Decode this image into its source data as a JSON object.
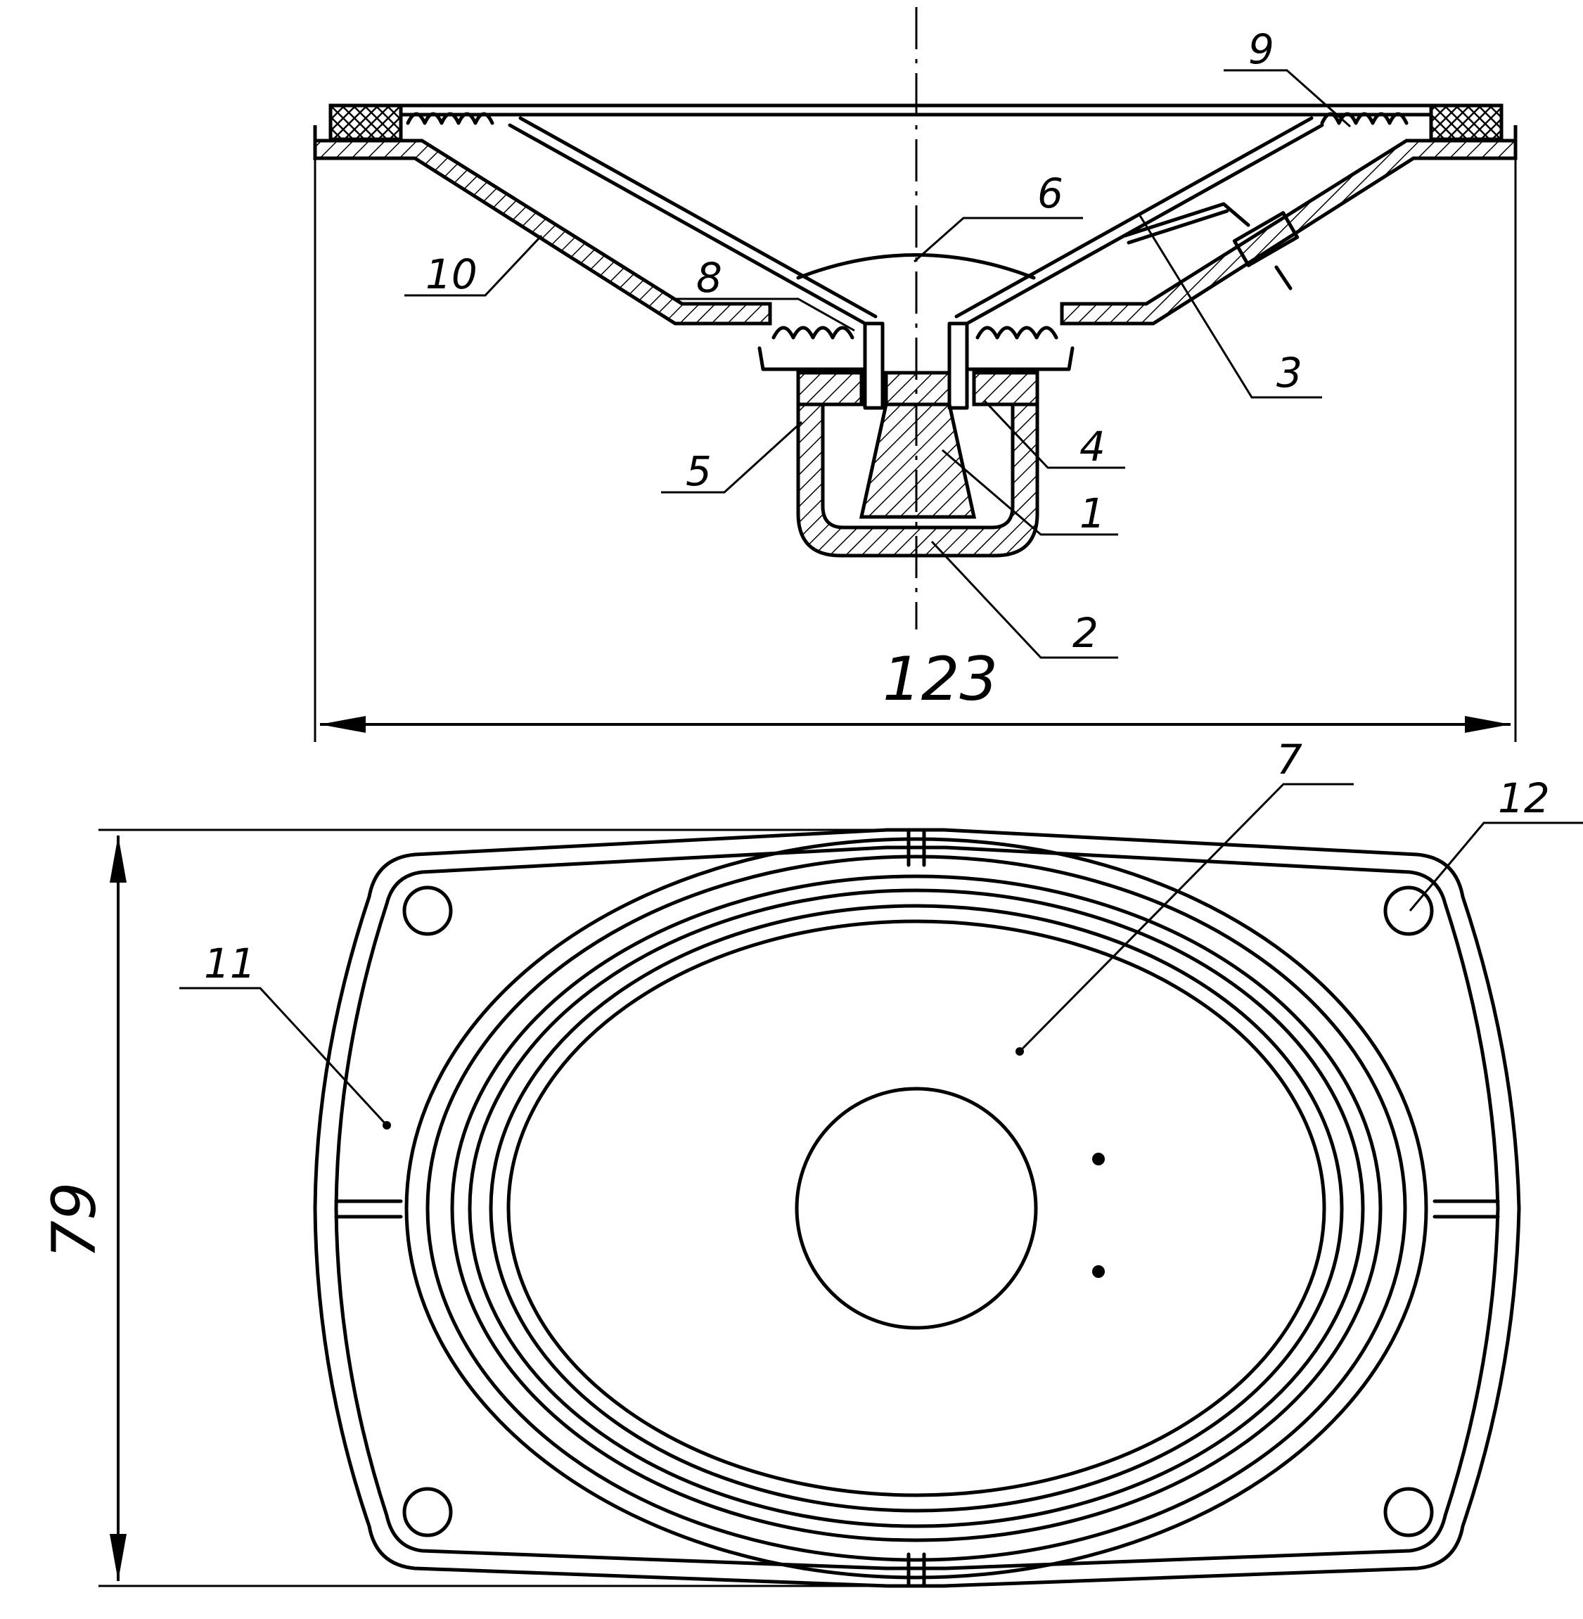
{
  "labels": {
    "l1": "1",
    "l2": "2",
    "l3": "3",
    "l4": "4",
    "l5": "5",
    "l6": "6",
    "l7": "7",
    "l8": "8",
    "l9": "9",
    "l10": "10",
    "l11": "11",
    "l12": "12"
  },
  "dimensions": {
    "width": "123",
    "height": "79"
  }
}
